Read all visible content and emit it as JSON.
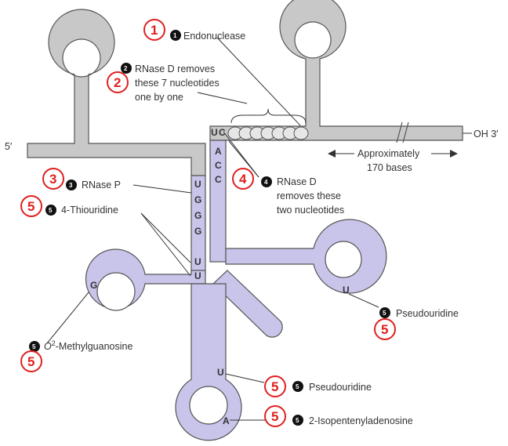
{
  "colors": {
    "precursor_gray": "#c8c8c8",
    "trna_lavender": "#c8c4ea",
    "outline": "#555555",
    "badge_red": "#e02020"
  },
  "ends": {
    "five_prime": "5′",
    "three_prime": "OH 3′"
  },
  "length_note": {
    "line1": "Approximately",
    "line2": "170 bases"
  },
  "nucleotides": {
    "u1": "U",
    "c1": "C",
    "a": "A",
    "c2": "C",
    "c3": "C",
    "u2": "U",
    "g1": "G",
    "g2": "G",
    "g3": "G",
    "u3": "U",
    "u4": "U",
    "g_dloop": "G",
    "u_tloop": "U",
    "u_anti": "U",
    "a_anti": "A"
  },
  "annotations": [
    {
      "num": "1",
      "step": "1",
      "lines": [
        "Endonuclease"
      ]
    },
    {
      "num": "2",
      "step": "2",
      "lines": [
        "RNase D removes",
        "these 7 nucleotides",
        "one by one"
      ]
    },
    {
      "num": "3",
      "step": "3",
      "lines": [
        "RNase P"
      ]
    },
    {
      "num": "4",
      "step": "4",
      "lines": [
        "RNase D",
        "removes these",
        "two nucleotides"
      ]
    },
    {
      "num": "5",
      "step": "5",
      "lines": [
        "4-Thiouridine"
      ]
    },
    {
      "num": "5",
      "step": "5",
      "lines": [
        "Pseudouridine"
      ]
    },
    {
      "num": "5",
      "step": "5",
      "lines": [
        "-Methylguanosine"
      ],
      "prefix": "O",
      "sup": "2"
    },
    {
      "num": "5",
      "step": "5",
      "lines": [
        "Pseudouridine"
      ]
    },
    {
      "num": "5",
      "step": "5",
      "lines": [
        "2-Isopentenyladenosine"
      ]
    }
  ]
}
